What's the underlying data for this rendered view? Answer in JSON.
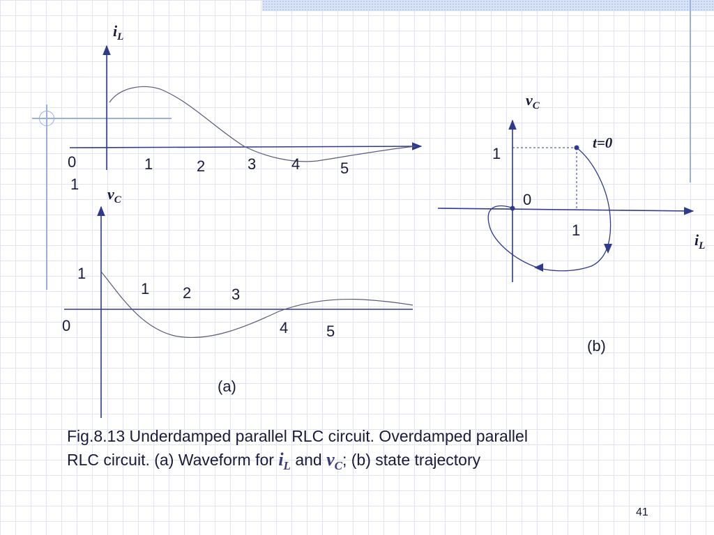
{
  "plot_a_top": {
    "y_var": "i",
    "y_sub": "L",
    "x_ticks": [
      "0",
      "1",
      "2",
      "3",
      "4",
      "5"
    ],
    "below_origin": "1"
  },
  "plot_a_bottom": {
    "y_var": "v",
    "y_sub": "C",
    "y_tick": "1",
    "x_ticks_upper": [
      "1",
      "2",
      "3"
    ],
    "x_ticks_lower": [
      "0",
      "4",
      "5"
    ]
  },
  "label_a": "(a)",
  "plot_b": {
    "y_var": "v",
    "y_sub": "C",
    "x_var": "i",
    "x_sub": "L",
    "y_tick": "1",
    "x_tick": "1",
    "origin": "0",
    "start_label": "t=0"
  },
  "label_b": "(b)",
  "caption": {
    "line1": "Fig.8.13 Underdamped parallel RLC circuit. Overdamped parallel",
    "line2_before": "RLC circuit. (a) Waveform for",
    "var1": "i",
    "var1_sub": "L",
    "and_text": "and",
    "var2": "v",
    "var2_sub": "C",
    "line2_after": "; (b) state trajectory"
  },
  "page_number": "41",
  "colors": {
    "ink": "#1a1a3c",
    "curve": "#5a5a7a",
    "axis": "#2e3a8c",
    "decor": "#9aaee0"
  }
}
